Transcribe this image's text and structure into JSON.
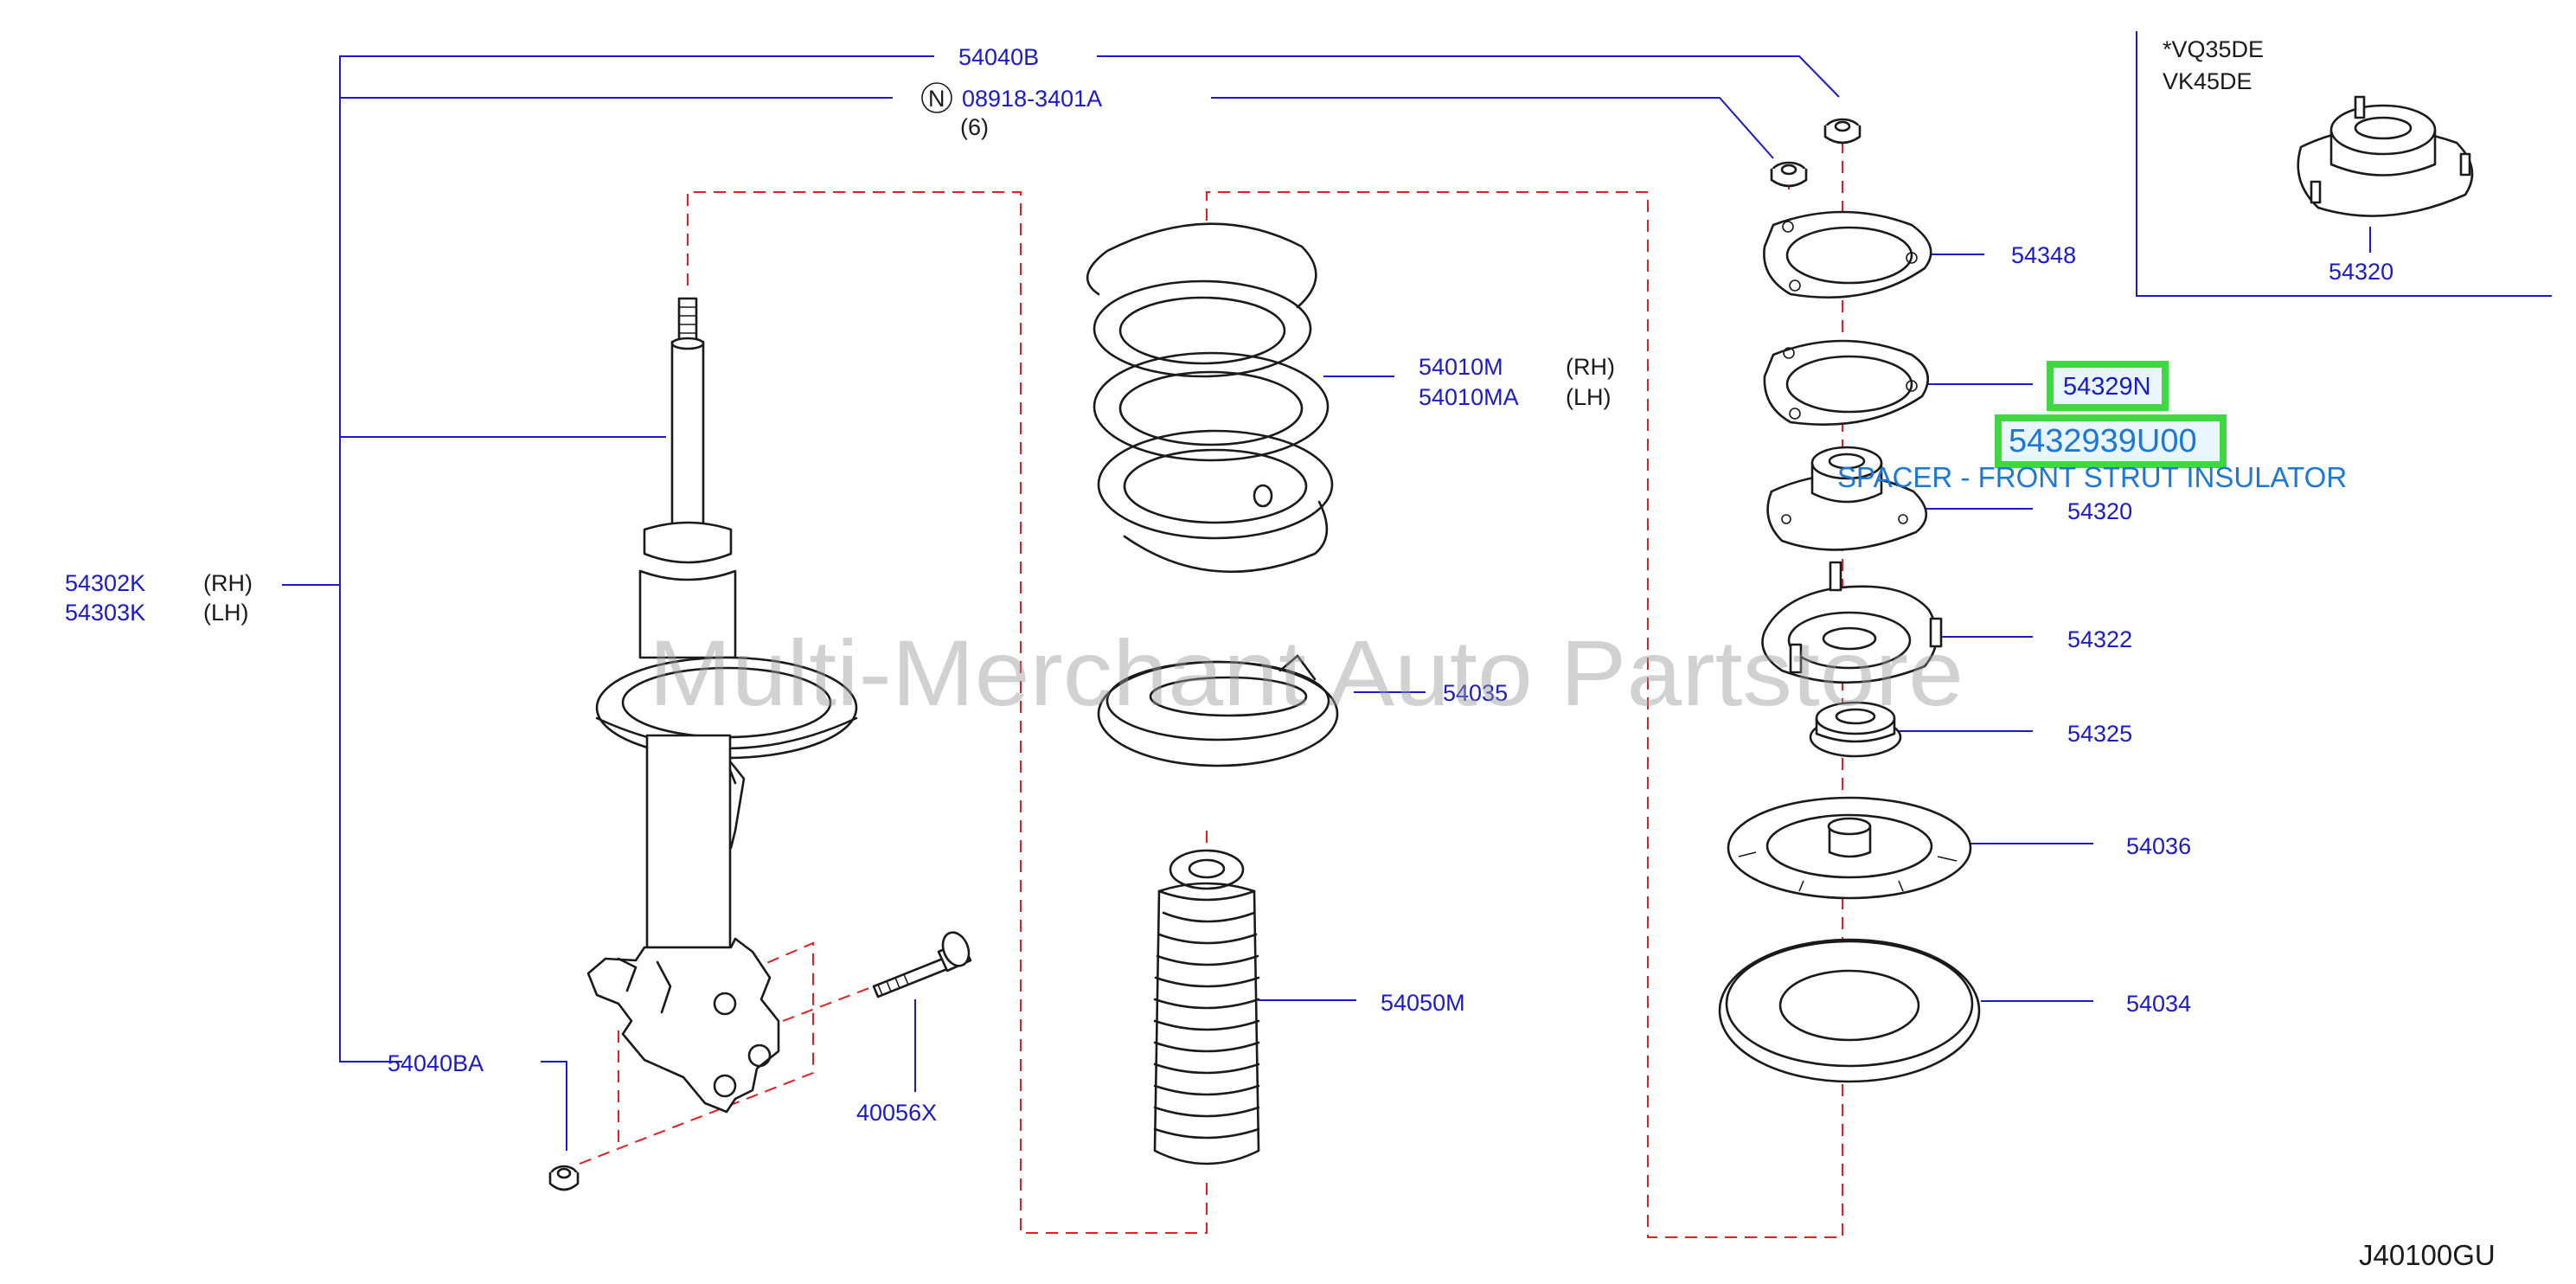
{
  "parts": {
    "p54040B": "54040B",
    "p08918_3401A": "08918-3401A",
    "p08918_qty": "(6)",
    "note_N": "N",
    "p54302K": "54302K",
    "p54303K": "54303K",
    "rh": "(RH)",
    "lh": "(LH)",
    "p54010M": "54010M",
    "p54010MA": "54010MA",
    "p54035": "54035",
    "p54050M": "54050M",
    "p54040BA": "54040BA",
    "p40056X": "40056X",
    "p54348": "54348",
    "p54329N": "54329N",
    "p54320": "54320",
    "p54322": "54322",
    "p54325": "54325",
    "p54036": "54036",
    "p54034": "54034"
  },
  "highlight": {
    "part_number": "5432939U00",
    "description": "SPACER - FRONT STRUT INSULATOR"
  },
  "inset": {
    "engine1": "*VQ35DE",
    "engine2": "VK45DE",
    "part": "54320"
  },
  "diagram_code": "J40100GU",
  "watermark": "Multi-Merchant Auto Partstore",
  "colors": {
    "part_label": "#1a1acc",
    "highlight_border": "#40d840",
    "highlight_text": "#1a78d8",
    "dashed_guides": "#e02020"
  }
}
